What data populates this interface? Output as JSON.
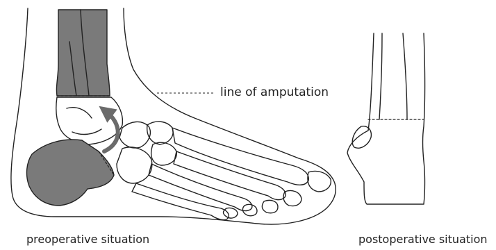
{
  "labels": {
    "amputation_line": "line of amputation",
    "preoperative": "preoperative situation",
    "postoperative": "postoperative situation"
  },
  "colors": {
    "removed_bone": "#7a7a7a",
    "outline": "#222222",
    "arrow": "#6b6b6b",
    "background": "#ffffff"
  }
}
